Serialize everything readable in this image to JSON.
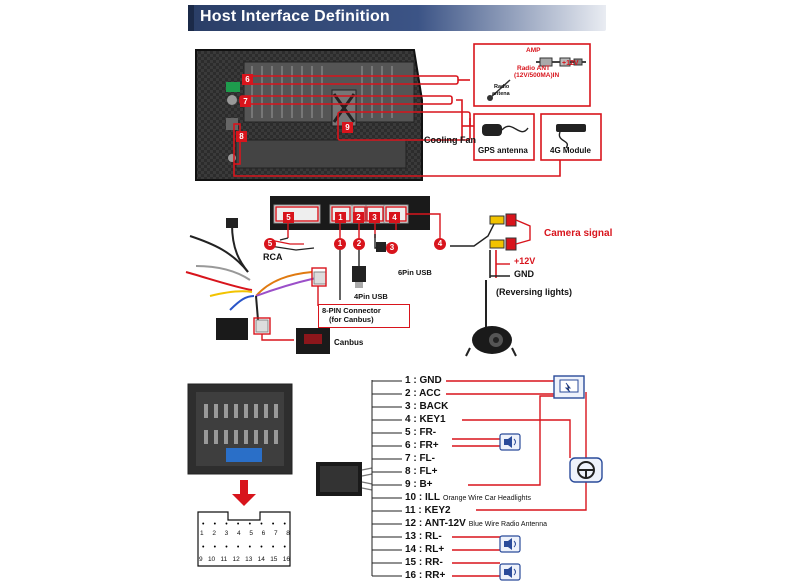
{
  "header": {
    "title": "Host Interface Definition"
  },
  "back_panel": {
    "callouts": [
      "6",
      "7",
      "8",
      "9"
    ],
    "cooling_fan": "Cooling Fan"
  },
  "antenna_box": {
    "amp": "AMP",
    "radio_ant": "Radio ANT",
    "radio_ant_spec": "(12V/500MA)IN",
    "plus12v": "+12V",
    "radio_antenna_line1": "Radio",
    "radio_antenna_line2": "antena"
  },
  "modules": {
    "gps": "GPS antenna",
    "fourg": "4G Module"
  },
  "connector": {
    "ports": [
      "5",
      "1",
      "2",
      "3",
      "4"
    ],
    "rca_num": "5",
    "rca": "RCA",
    "usb4_num": "2",
    "usb4": "4Pin USB",
    "usb6_num": "3",
    "usb6": "6Pin USB",
    "can_num": "1",
    "canbus_connector_line1": "8-PIN Connector",
    "canbus_connector_line2": "(for Canbus)",
    "canbus": "Canbus",
    "camera_num": "4"
  },
  "camera": {
    "signal": "Camera signal",
    "plus12v": "+12V",
    "gnd": "GND",
    "reversing": "(Reversing lights)"
  },
  "pin_grid": {
    "row1": [
      "1",
      "2",
      "3",
      "4",
      "5",
      "6",
      "7",
      "8"
    ],
    "row2": [
      "9",
      "10",
      "11",
      "12",
      "13",
      "14",
      "15",
      "16"
    ]
  },
  "pins": [
    {
      "label": "1 : GND",
      "note": ""
    },
    {
      "label": "2 : ACC",
      "note": ""
    },
    {
      "label": "3 : BACK",
      "note": ""
    },
    {
      "label": "4 : KEY1",
      "note": ""
    },
    {
      "label": "5 : FR-",
      "note": ""
    },
    {
      "label": "6 : FR+",
      "note": ""
    },
    {
      "label": "7 : FL-",
      "note": ""
    },
    {
      "label": "8 : FL+",
      "note": ""
    },
    {
      "label": "9 : B+",
      "note": ""
    },
    {
      "label": "10 : ILL",
      "note": "Orange Wire Car Headlights"
    },
    {
      "label": "11 : KEY2",
      "note": ""
    },
    {
      "label": "12 : ANT-12V",
      "note": "Blue Wire Radio Antenna"
    },
    {
      "label": "13 : RL-",
      "note": ""
    },
    {
      "label": "14 : RL+",
      "note": ""
    },
    {
      "label": "15 : RR-",
      "note": ""
    },
    {
      "label": "16 : RR+",
      "note": ""
    }
  ],
  "icons": [
    "speaker-icon",
    "battery-icon",
    "steering-wheel-icon",
    "camera-icon",
    "usb-plug-icon"
  ],
  "colors": {
    "accent_red": "#d8141c",
    "banner_navy": "#2a3e66"
  }
}
